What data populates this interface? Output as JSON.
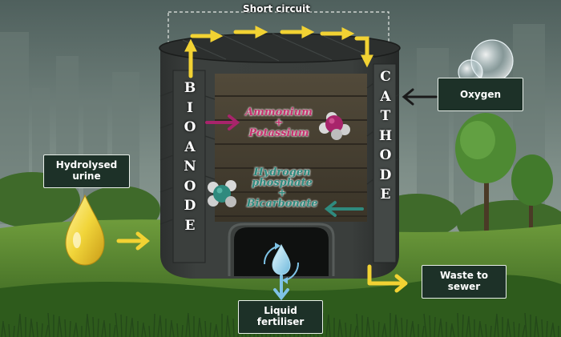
{
  "diagram": {
    "short_circuit": "Short circuit",
    "bioanode_letters": [
      "B",
      "I",
      "O",
      "A",
      "N",
      "O",
      "D",
      "E"
    ],
    "cathode_letters": [
      "C",
      "A",
      "T",
      "H",
      "O",
      "D",
      "E"
    ],
    "labels": {
      "oxygen": "Oxygen",
      "hydrolysed_urine": [
        "Hydrolysed",
        "urine"
      ],
      "liquid_fertiliser": [
        "Liquid",
        "fertiliser"
      ],
      "waste_to_sewer": [
        "Waste to",
        "sewer"
      ]
    },
    "cations": [
      "Ammonium",
      "+",
      "Potassium"
    ],
    "anions": [
      "Hydrogen",
      "phosphate",
      "+",
      "Bicarbonate"
    ]
  },
  "colors": {
    "arrow_yellow": "#f2d233",
    "cation_pink": "#a8246b",
    "anion_teal": "#2f8a7e",
    "label_bg": "#1d3128"
  }
}
